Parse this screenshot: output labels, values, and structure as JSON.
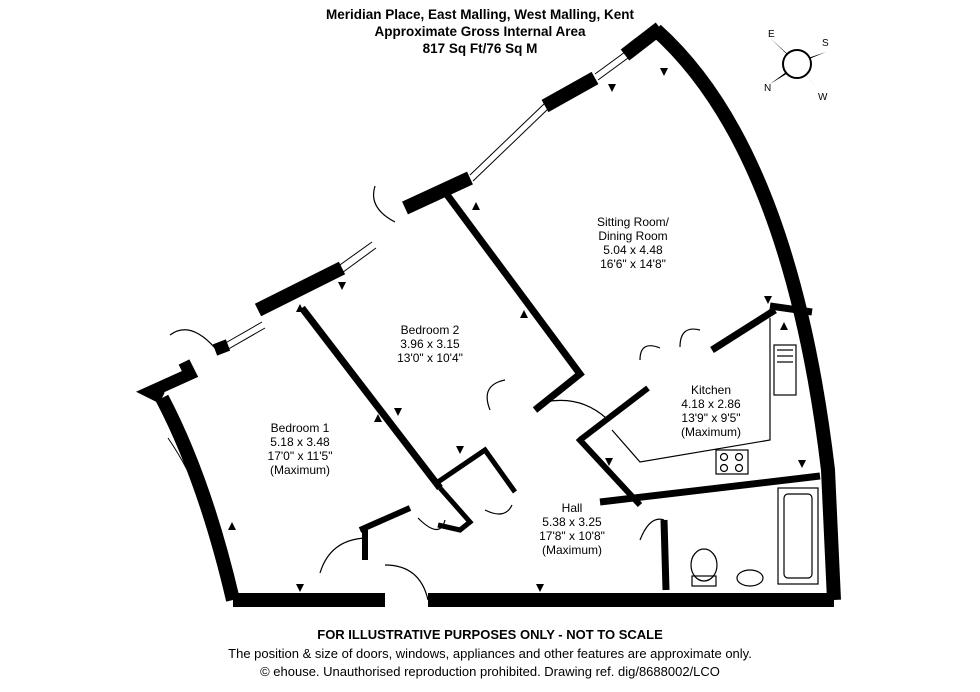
{
  "header": {
    "address": "Meridian Place, East Malling, West Malling, Kent",
    "area_title": "Approximate Gross Internal Area",
    "area_value": "817 Sq Ft/76 Sq M"
  },
  "rooms": {
    "sitting": {
      "name": "Sitting Room/",
      "name2": "Dining Room",
      "metric": "5.04 x 4.48",
      "imperial": "16'6\" x 14'8\""
    },
    "bedroom2": {
      "name": "Bedroom 2",
      "metric": "3.96 x 3.15",
      "imperial": "13'0\" x 10'4\""
    },
    "bedroom1": {
      "name": "Bedroom 1",
      "metric": "5.18 x 3.48",
      "imperial": "17'0\" x 11'5\"",
      "note": "(Maximum)"
    },
    "kitchen": {
      "name": "Kitchen",
      "metric": "4.18 x 2.86",
      "imperial": "13'9\" x 9'5\"",
      "note": "(Maximum)"
    },
    "hall": {
      "name": "Hall",
      "metric": "5.38 x 3.25",
      "imperial": "17'8\" x 10'8\"",
      "note": "(Maximum)"
    }
  },
  "compass": {
    "n": "N",
    "e": "E",
    "s": "S",
    "w": "W"
  },
  "footer": {
    "disclaimer": "FOR ILLUSTRATIVE PURPOSES ONLY - NOT TO SCALE",
    "note": "The position & size of doors, windows, appliances and other features are approximate only.",
    "copyright": "© ehouse. Unauthorised reproduction prohibited. Drawing ref. dig/8688002/LCO"
  },
  "colors": {
    "wall": "#000000",
    "background": "#ffffff"
  }
}
